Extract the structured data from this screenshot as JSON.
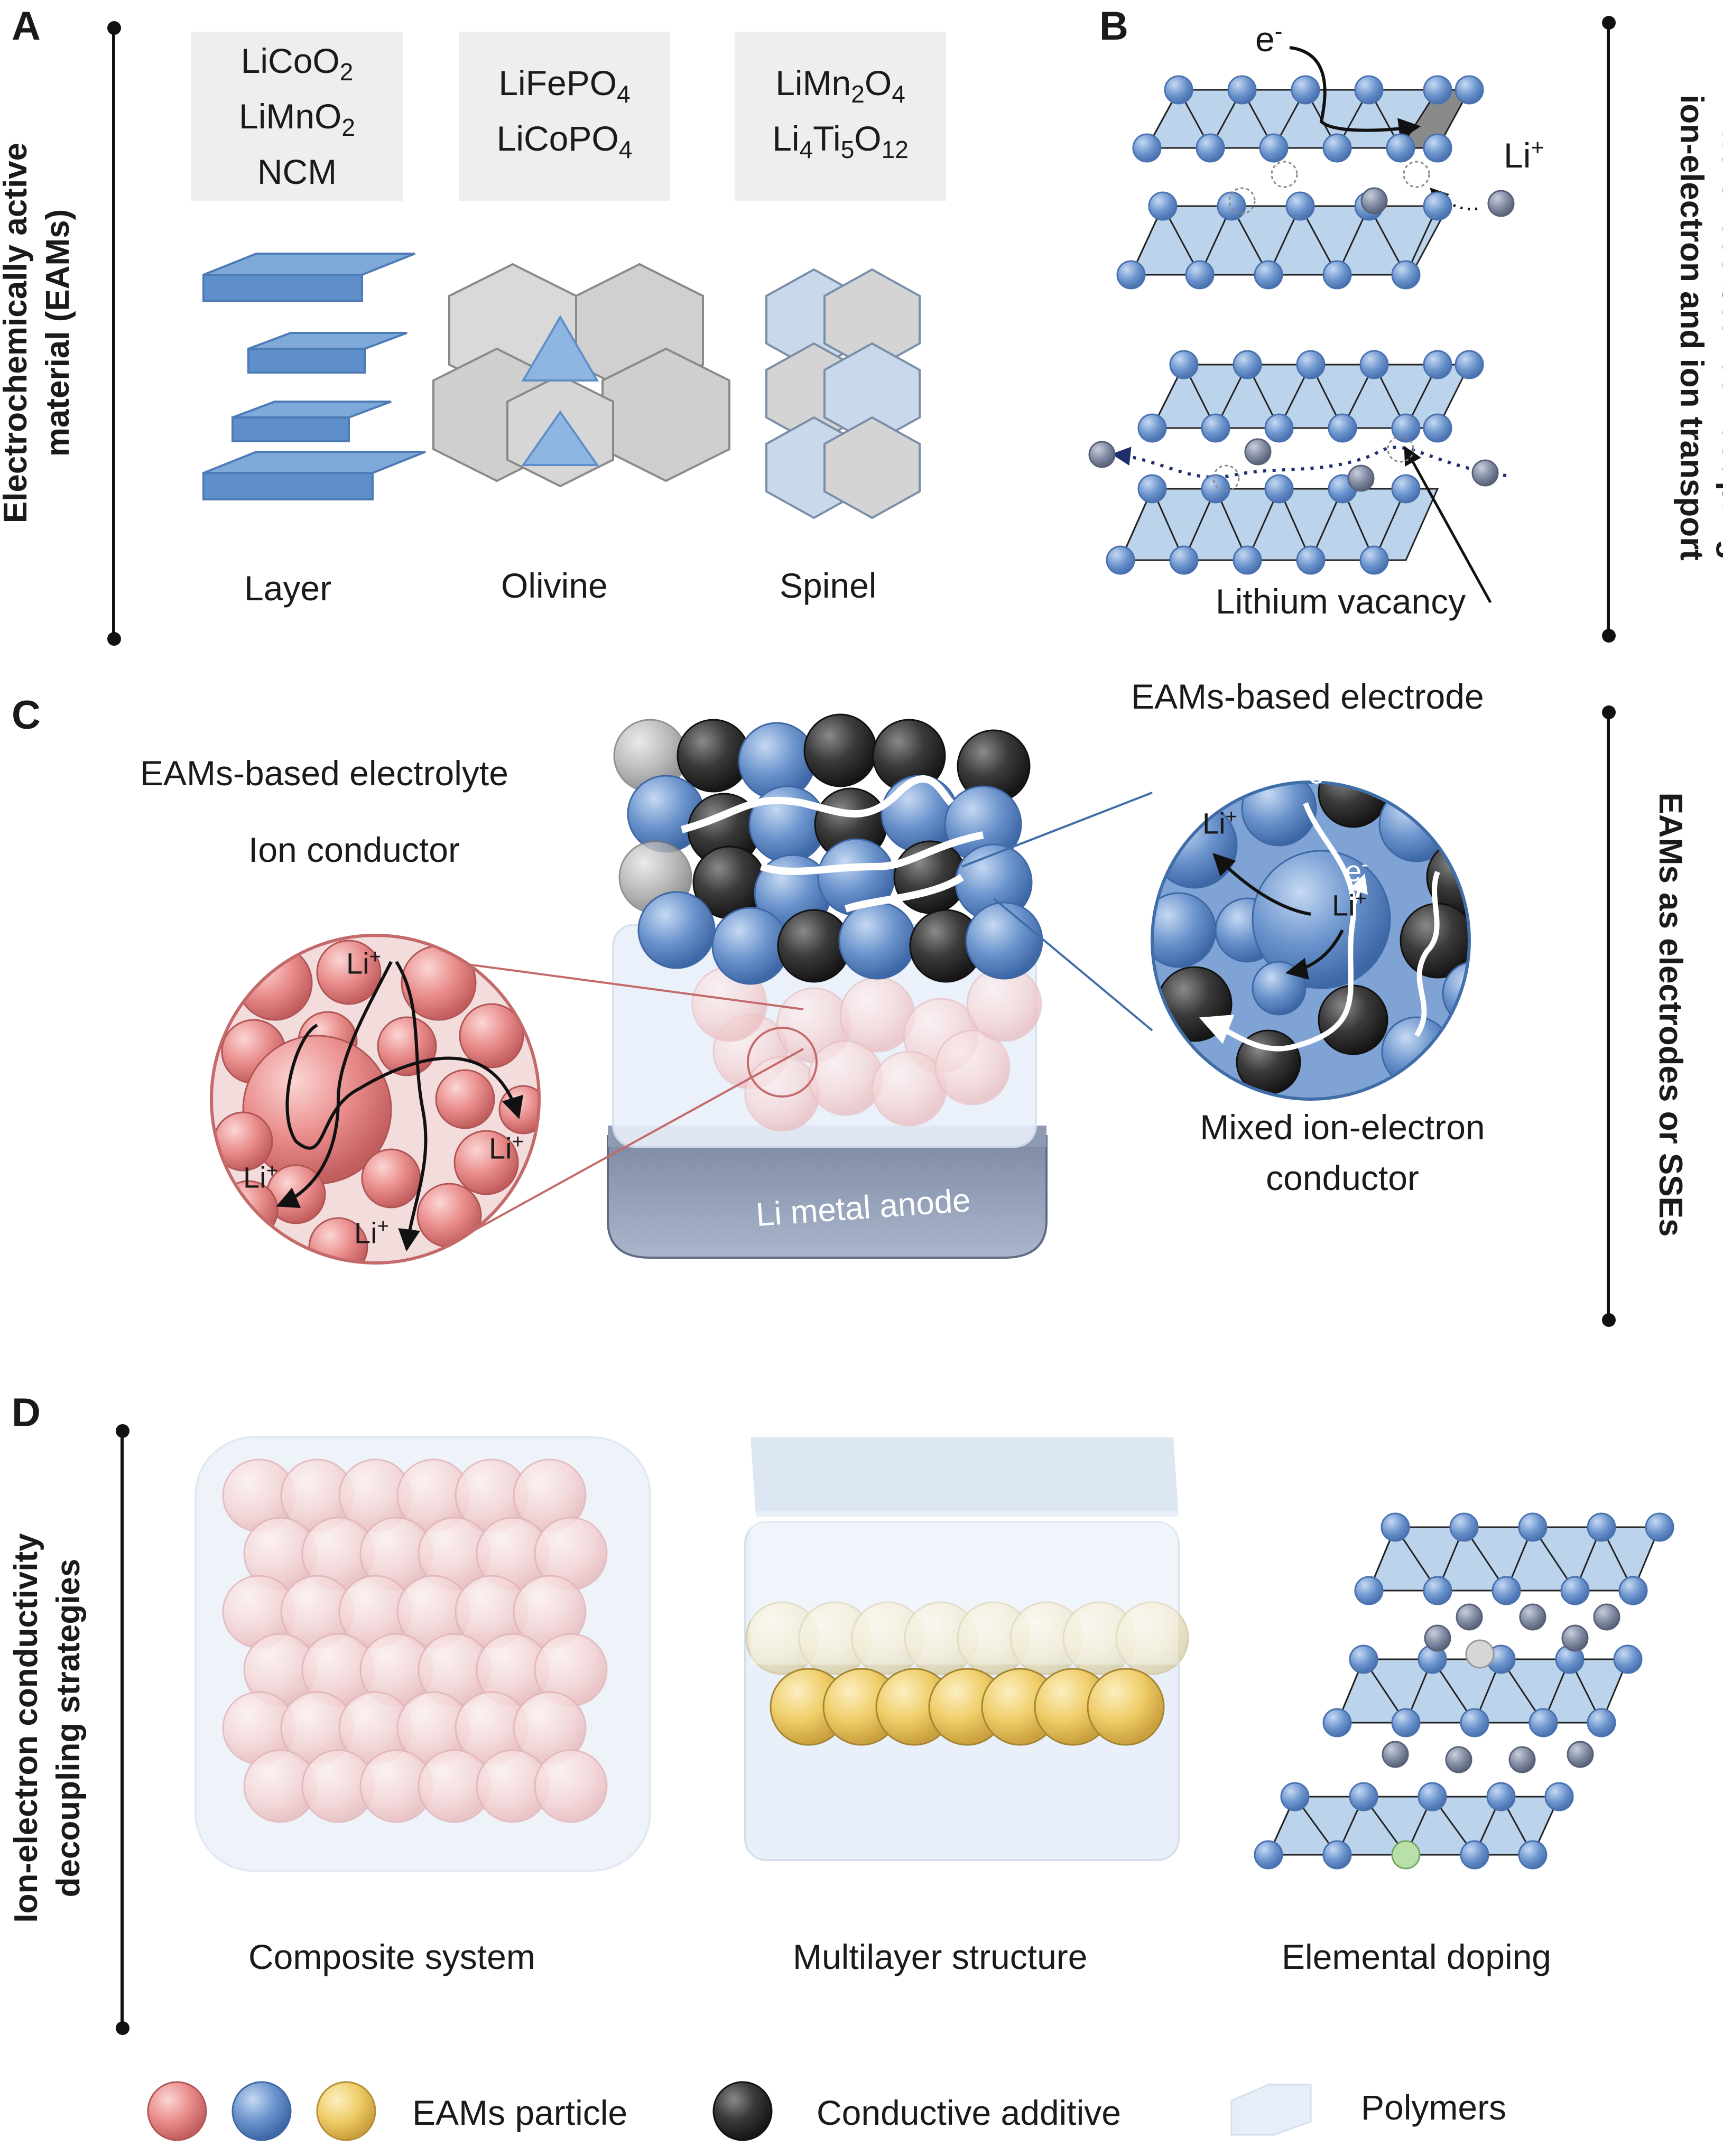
{
  "panels": {
    "A": {
      "letter": "A",
      "side_title_1": "Electrochemically active",
      "side_title_2": "material (EAMs)",
      "structures": [
        {
          "formulas": [
            "LiCoO|2",
            "LiMnO|2",
            "NCM"
          ],
          "name": "Layer"
        },
        {
          "formulas": [
            "LiFePO|4",
            "LiCoPO|4"
          ],
          "name": "Olivine"
        },
        {
          "formulas": [
            "LiMn|2|O|4",
            "Li|4|Ti|5|O|12"
          ],
          "name": "Spinel"
        }
      ]
    },
    "B": {
      "letter": "B",
      "side_title_1": "Differences between coupling",
      "side_title_2": "ion-electron and ion transport",
      "electron_label": "e",
      "electron_sup": "-",
      "li_label": "Li",
      "li_sup": "+",
      "vacancy_label": "Lithium vacancy"
    },
    "C": {
      "letter": "C",
      "side_title": "EAMs as electrodes or SSEs",
      "electrolyte_label": "EAMs-based electrolyte",
      "ion_conductor_label": "Ion conductor",
      "electrode_label": "EAMs-based electrode",
      "mixed_label_1": "Mixed ion-electron",
      "mixed_label_2": "conductor",
      "anode_label": "Li metal anode",
      "li_ion": "Li",
      "li_sup": "+",
      "e_label": "e",
      "e_sup": "-"
    },
    "D": {
      "letter": "D",
      "side_title_1": "Ion-electron conductivity",
      "side_title_2": "decoupling strategies",
      "strategies": [
        "Composite system",
        "Multilayer structure",
        "Elemental doping"
      ]
    }
  },
  "legend": {
    "eams_particle": "EAMs particle",
    "conductive_additive": "Conductive additive",
    "polymers": "Polymers"
  },
  "colors": {
    "red_particle": "#e8898a",
    "blue_particle": "#6a93cc",
    "yellow_particle": "#f0cf6a",
    "black_particle": "#3a3a3a",
    "layer_fill": "#bcd3ec",
    "layer_node": "#6a93cc",
    "li_ion": "#8891a6"
  }
}
